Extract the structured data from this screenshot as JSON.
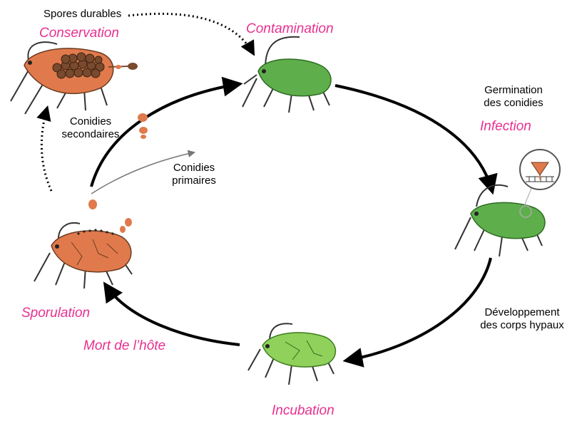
{
  "labels": {
    "spores_durables": "Spores durables",
    "conservation": "Conservation",
    "contamination": "Contamination",
    "germination_line1": "Germination",
    "germination_line2": "des conidies",
    "infection": "Infection",
    "conidies_secondaires_line1": "Conidies",
    "conidies_secondaires_line2": "secondaires",
    "conidies_primaires_line1": "Conidies",
    "conidies_primaires_line2": "primaires",
    "developpement_line1": "Développement",
    "developpement_line2": "des corps hypaux",
    "sporulation": "Sporulation",
    "mort_hote": "Mort de l’hôte",
    "incubation": "Incubation"
  },
  "colors": {
    "phase_text": "#e8308f",
    "healthy_aphid": "#5fae4c",
    "incubating_aphid": "#8fd15a",
    "infected_aphid": "#e07a4c",
    "spores": "#7a4a2e",
    "conidia": "#e07a4c",
    "arrows": "#000000",
    "primary_arrow": "#777777"
  }
}
